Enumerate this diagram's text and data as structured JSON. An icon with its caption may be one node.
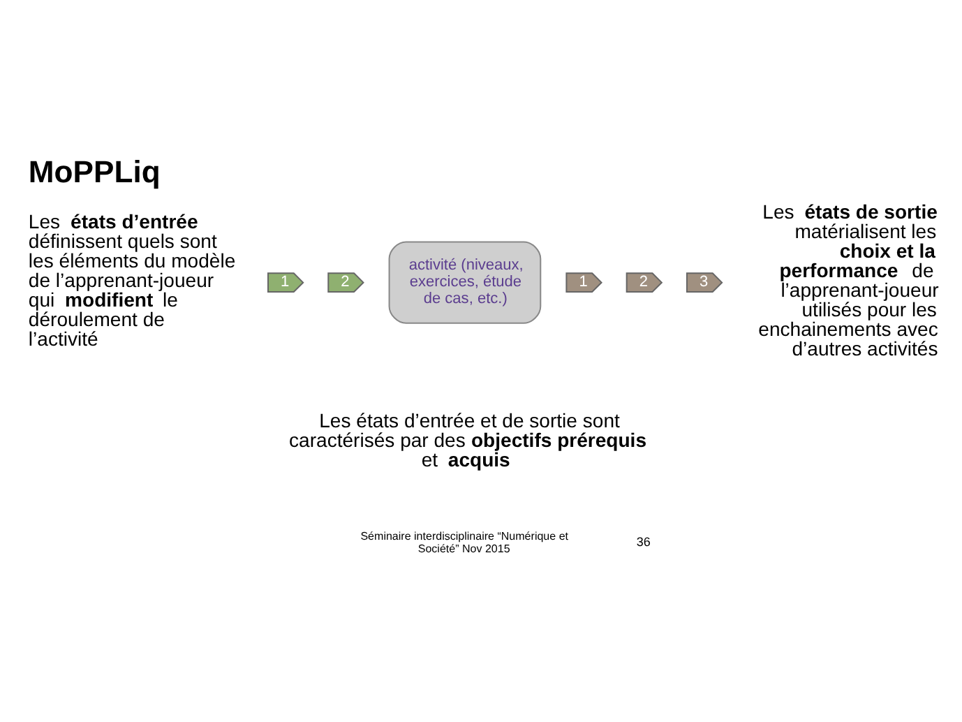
{
  "diagram": {
    "title": "MoPPLiq",
    "nodes": [
      {
        "text": [
          "1"
        ]
      },
      {
        "text": [
          "2"
        ]
      },
      {
        "text": [
          "activité (niveaux, exercices, étude de cas, etc.)"
        ]
      },
      {
        "text": [
          "1"
        ]
      },
      {
        "text": [
          "2"
        ]
      },
      {
        "text": [
          "3"
        ]
      }
    ],
    "labels": [
      "Les **états d’entrée** définissent quels sont les éléments du modèle de l’apprenant-joueur qui **modifient** le déroulement de l’activité",
      "Les **états de sortie** matérialisent les **choix et la performance** de l’apprenant-joueur utilisés pour les enchainements avec d’autres activités",
      "Les états d’entrée et de sortie sont caractérisés par des **objectifs prérequis** et **acquis**",
      "Séminaire interdisciplinaire “Numérique et Société” Nov 2015",
      "36"
    ]
  }
}
